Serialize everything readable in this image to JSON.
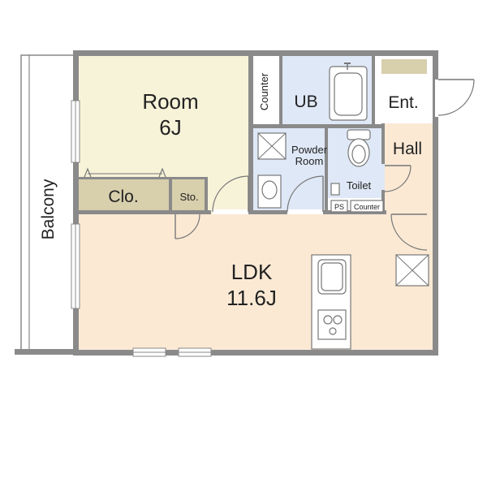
{
  "rooms": {
    "room": {
      "name": "Room",
      "size": "6J"
    },
    "ldk": {
      "name": "LDK",
      "size": "11.6J"
    },
    "ub": {
      "name": "UB"
    },
    "entrance": {
      "name": "Ent."
    },
    "hall": {
      "name": "Hall"
    },
    "closet": {
      "name": "Clo."
    },
    "storage": {
      "name": "Sto."
    },
    "powder_room": {
      "line1": "Powder",
      "line2": "Room"
    },
    "toilet": {
      "name": "Toilet"
    },
    "balcony": {
      "name": "Balcony"
    }
  },
  "fixtures": {
    "counter_upper": "Counter",
    "counter_lower": "Counter",
    "pipe_space": "PS"
  },
  "colors": {
    "wall": "#8a8a8a",
    "room_bg": "#f7f3d9",
    "ldk_bg": "#fbe9d4",
    "wet_bg": "#dfe8f6",
    "closet_bg": "#d8cfac",
    "entrance_bg": "#d8cfac",
    "white": "#ffffff"
  }
}
